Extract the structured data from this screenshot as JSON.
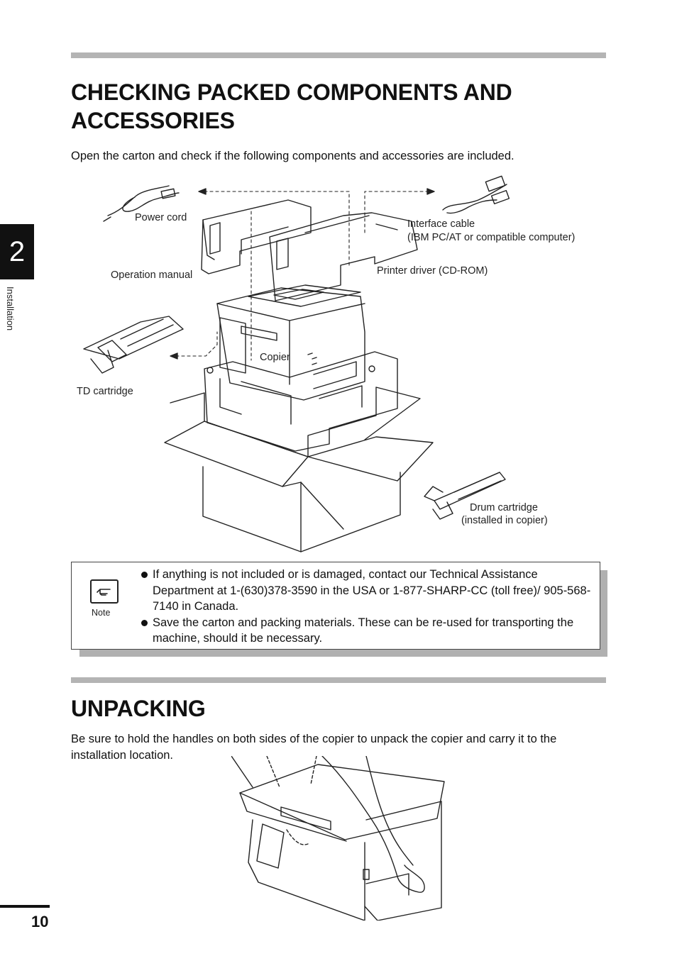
{
  "chapter": {
    "number": "2",
    "label": "Installation"
  },
  "section1": {
    "title_line1": "CHECKING PACKED COMPONENTS AND",
    "title_line2": "ACCESSORIES",
    "intro": "Open the carton and check if the following components and accessories are included."
  },
  "diagram": {
    "labels": {
      "power_cord": "Power cord",
      "interface_cable_1": "Interface cable",
      "interface_cable_2": "(IBM PC/AT or compatible computer)",
      "operation_manual": "Operation manual",
      "printer_driver": "Printer driver (CD-ROM)",
      "copier": "Copier",
      "td_cartridge": "TD cartridge",
      "drum_cartridge_1": "Drum cartridge",
      "drum_cartridge_2": "(installed in copier)"
    }
  },
  "note": {
    "caption": "Note",
    "items": [
      "If anything is not included or is damaged, contact our Technical Assistance Department at 1-(630)378-3590 in the USA or 1-877-SHARP-CC (toll free)/ 905-568-7140 in Canada.",
      "Save the carton and packing materials. These can be re-used for transporting the machine, should it be necessary."
    ]
  },
  "section2": {
    "title": "UNPACKING",
    "text": "Be sure to hold the handles on both sides of the copier to unpack the copier and carry it to the installation location."
  },
  "page_number": "10"
}
